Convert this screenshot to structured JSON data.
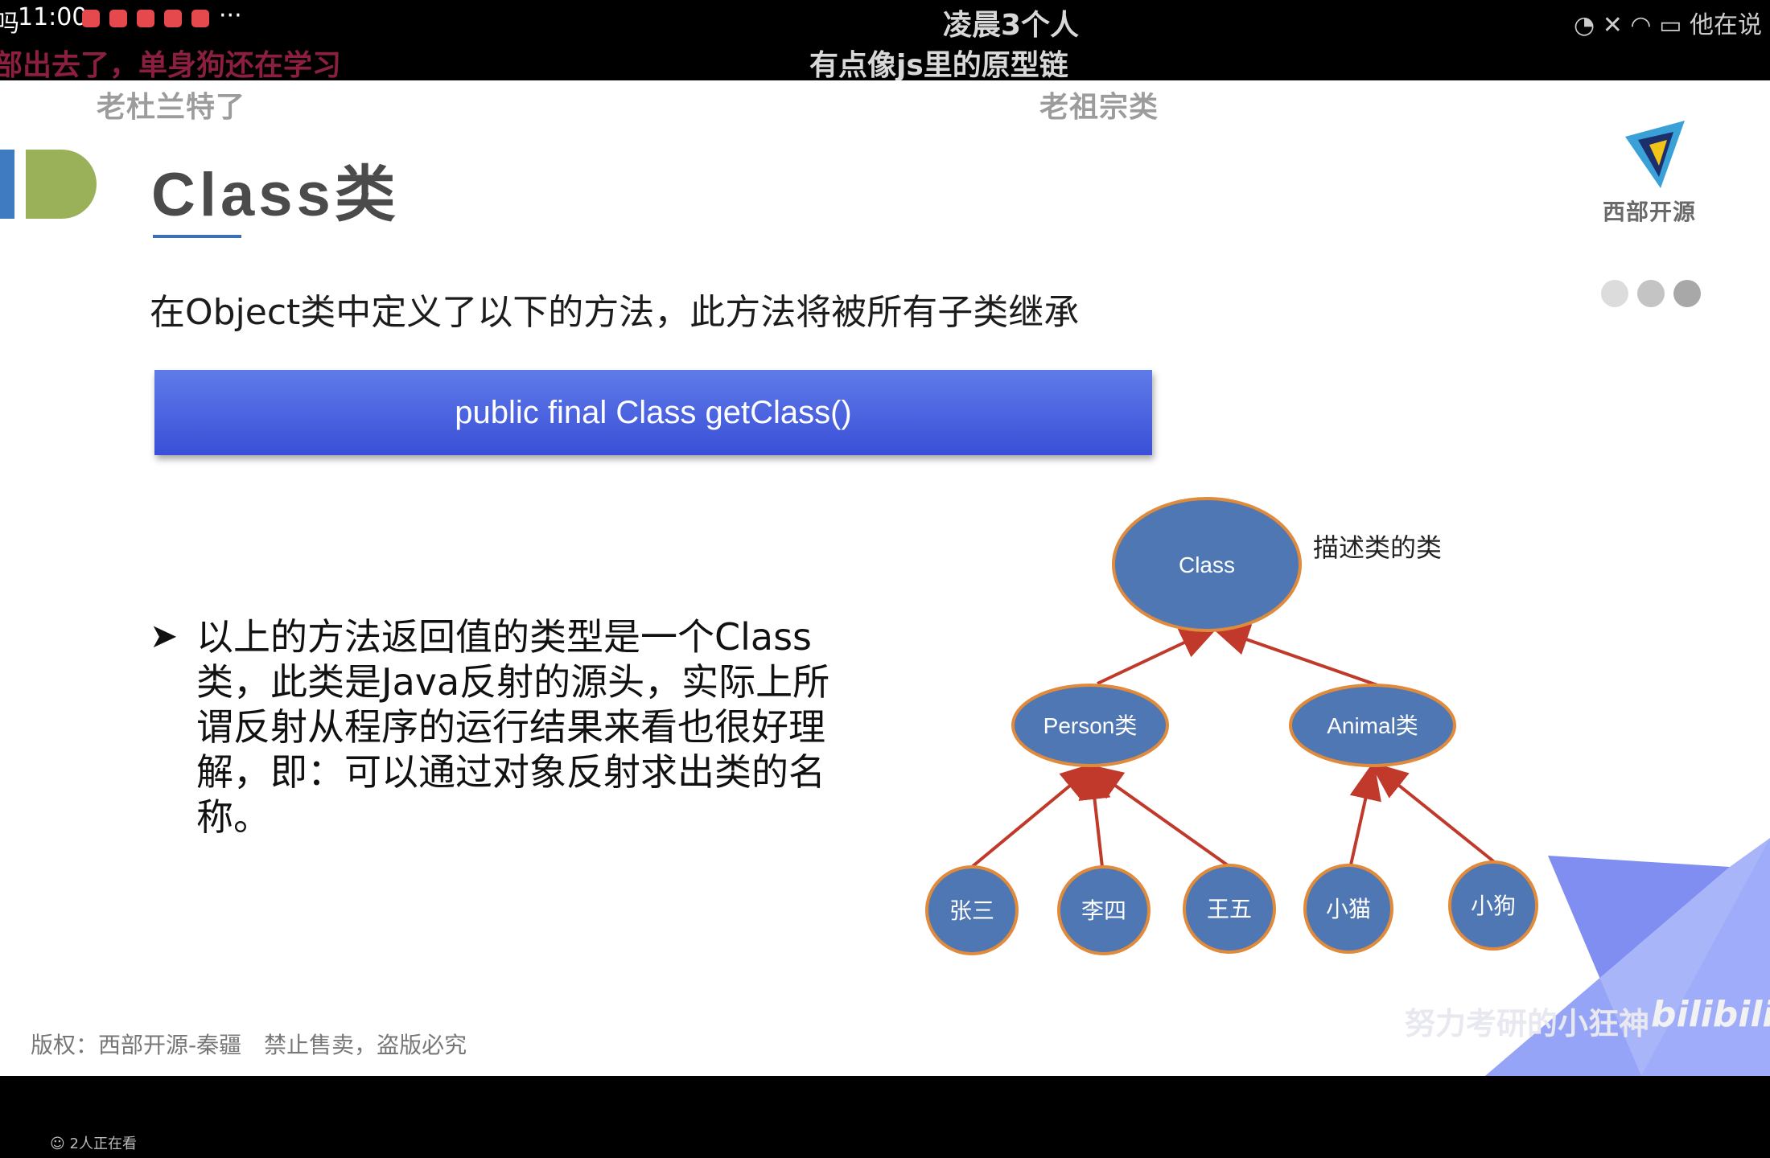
{
  "status_bar": {
    "left_edge_char": "吗",
    "time": "11:00",
    "more": "···",
    "right_edge_text": "他在说"
  },
  "danmaku": {
    "red_line": "部出去了，单身狗还在学习",
    "line_1": "凌晨3个人",
    "line_2": "有点像js里的原型链",
    "gray_left": "老杜兰特了",
    "gray_right": "老祖宗类"
  },
  "slide": {
    "title": "Class类",
    "logo_text": "西部开源",
    "intro": "在Object类中定义了以下的方法，此方法将被所有子类继承",
    "method_signature": "public final Class getClass()",
    "bullet": "以上的方法返回值的类型是一个Class类，此类是Java反射的源头，实际上所谓反射从程序的运行结果来看也很好理解，即：可以通过对象反射求出类的名称。",
    "copyright": "版权：西部开源-秦疆　禁止售卖，盗版必究"
  },
  "diagram": {
    "root": "Class",
    "root_note": "描述类的类",
    "mid": [
      "Person类",
      "Animal类"
    ],
    "leaves": [
      "张三",
      "李四",
      "王五",
      "小猫",
      "小狗"
    ]
  },
  "overlay": {
    "watermark": "努力考研的小狂神",
    "brand": "bilibili",
    "viewers": "2人正在看"
  },
  "colors": {
    "node_fill": "#4f77b3",
    "node_stroke": "#e08a3c",
    "edge": "#c0392b",
    "method_bar": "#4a61e0"
  }
}
